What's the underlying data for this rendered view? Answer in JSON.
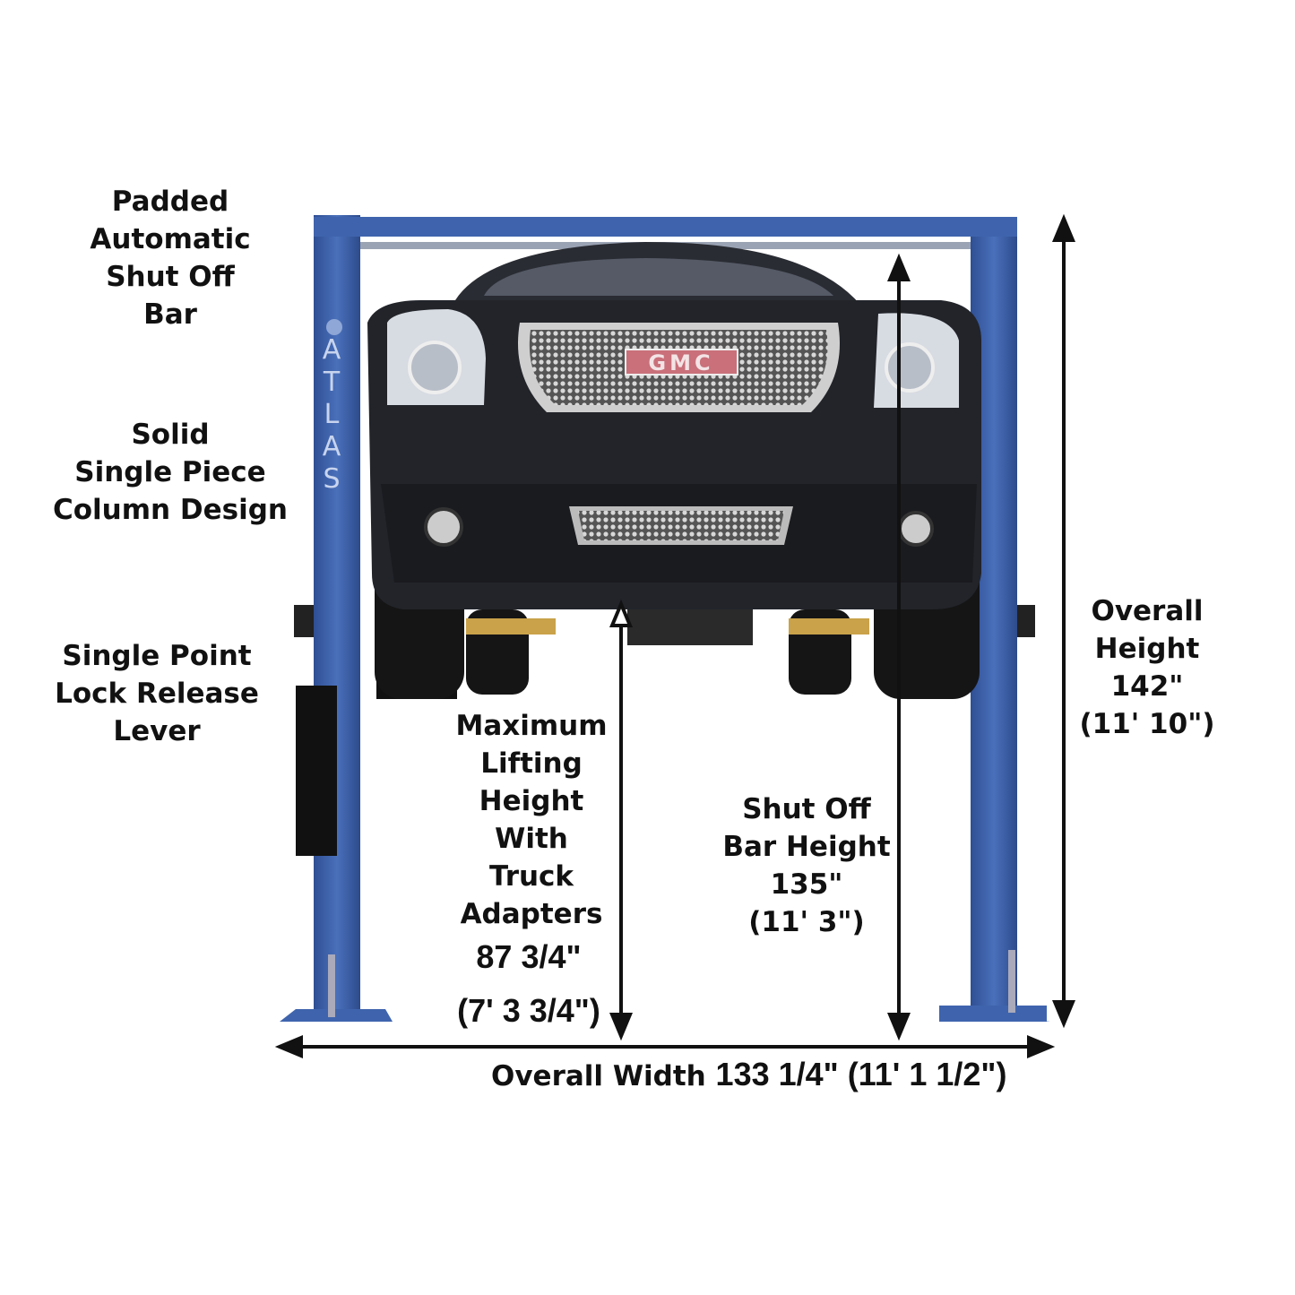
{
  "labels": {
    "shutoff_bar_feature": [
      "Padded",
      "Automatic",
      "Shut Off",
      "Bar"
    ],
    "column_feature": [
      "Solid",
      "Single Piece",
      "Column Design"
    ],
    "lock_feature": [
      "Single Point",
      "Lock Release",
      "Lever"
    ],
    "max_lift": {
      "lines": [
        "Maximum",
        "Lifting",
        "Height",
        "With",
        "Truck",
        "Adapters"
      ],
      "value": "87 3/4\"",
      "value_alt": "(7' 3 3/4\")"
    },
    "shutoff_height": {
      "lines": [
        "Shut Off",
        "Bar Height"
      ],
      "value": "135\"",
      "value_alt": "(11' 3\")"
    },
    "overall_height": {
      "lines": [
        "Overall",
        "Height"
      ],
      "value": "142\"",
      "value_alt": "(11' 10\")"
    },
    "overall_width": {
      "label": "Overall Width",
      "value": "133 1/4\" (11' 1 1/2\")"
    }
  },
  "brand": {
    "column_logo": "ATLAS",
    "vehicle_badge": "GMC"
  },
  "colors": {
    "column": "#3f64ad",
    "truck": "#1e1f24",
    "arm": "#c9a24a",
    "text": "#111111"
  }
}
